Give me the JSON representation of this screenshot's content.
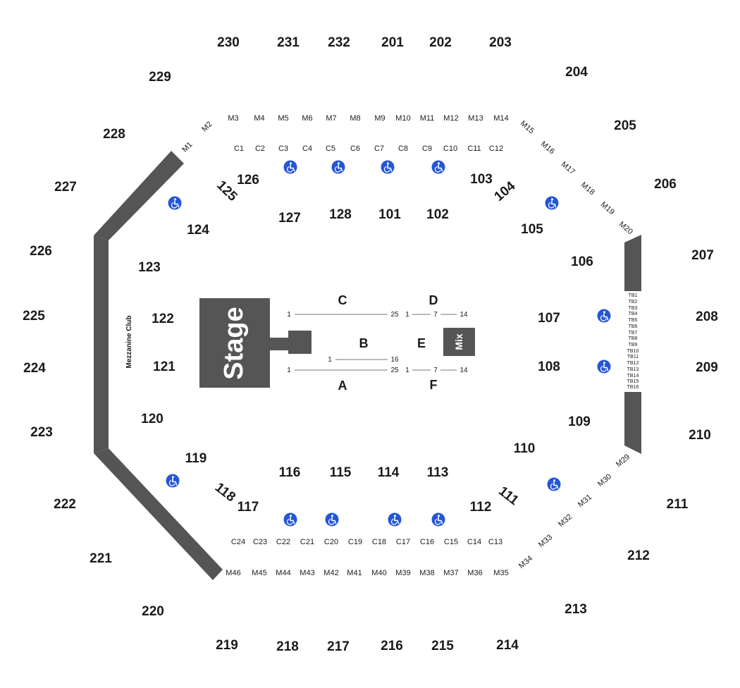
{
  "colors": {
    "wall": "#555555",
    "accessible": "#2456d6",
    "background": "#ffffff"
  },
  "stage": {
    "label": "Stage"
  },
  "mix": {
    "label": "Mix"
  },
  "mezzanine": {
    "label": "Mezzanine Club"
  },
  "upper_sections": [
    "230",
    "231",
    "232",
    "201",
    "202",
    "203",
    "204",
    "205",
    "206",
    "207",
    "208",
    "209",
    "210",
    "211",
    "212",
    "213",
    "214",
    "215",
    "216",
    "217",
    "218",
    "219",
    "220",
    "221",
    "222",
    "223",
    "224",
    "225",
    "226",
    "227",
    "228",
    "229"
  ],
  "lower_sections": [
    "101",
    "102",
    "103",
    "104",
    "105",
    "106",
    "107",
    "108",
    "109",
    "110",
    "111",
    "112",
    "113",
    "114",
    "115",
    "116",
    "117",
    "118",
    "119",
    "120",
    "121",
    "122",
    "123",
    "124",
    "125",
    "126",
    "127",
    "128"
  ],
  "mezzanine_boxes": [
    "M1",
    "M2",
    "M3",
    "M4",
    "M5",
    "M6",
    "M7",
    "M8",
    "M9",
    "M10",
    "M11",
    "M12",
    "M13",
    "M14",
    "M15",
    "M16",
    "M17",
    "M18",
    "M19",
    "M20",
    "M29",
    "M30",
    "M31",
    "M32",
    "M33",
    "M34",
    "M35",
    "M36",
    "M37",
    "M38",
    "M39",
    "M40",
    "M41",
    "M42",
    "M43",
    "M44",
    "M45",
    "M46"
  ],
  "club_boxes": [
    "C1",
    "C2",
    "C3",
    "C4",
    "C5",
    "C6",
    "C7",
    "C8",
    "C9",
    "C10",
    "C11",
    "C12",
    "C13",
    "C14",
    "C15",
    "C16",
    "C17",
    "C18",
    "C19",
    "C20",
    "C21",
    "C22",
    "C23",
    "C24"
  ],
  "tb_boxes": [
    "TB1",
    "TB2",
    "TB3",
    "TB4",
    "TB5",
    "TB6",
    "TB7",
    "TB8",
    "TB9",
    "TB10",
    "TB11",
    "TB12",
    "TB13",
    "TB14",
    "TB15",
    "TB16"
  ],
  "floor_sections": [
    "A",
    "B",
    "C",
    "D",
    "E",
    "F"
  ],
  "floor_rows": {
    "c_start": "1",
    "c_end": "25",
    "d_start": "1",
    "d_mid": "7",
    "d_end": "14",
    "b_start": "1",
    "b_end": "16",
    "a_start": "1",
    "a_end": "25",
    "f_start": "1",
    "f_mid": "7",
    "f_end": "14"
  },
  "accessible_icon": "wheelchair-icon"
}
